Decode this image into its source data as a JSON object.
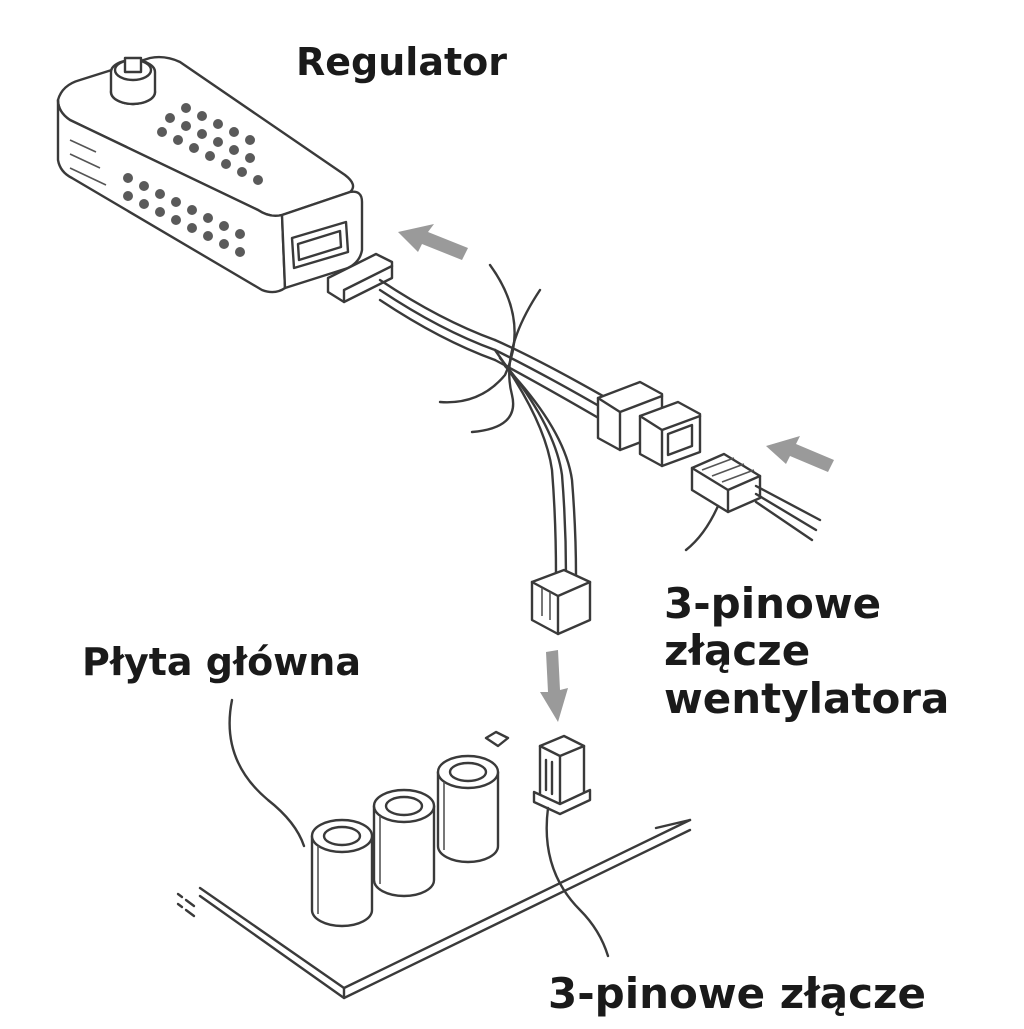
{
  "labels": {
    "regulator": "Regulator",
    "motherboard": "Płyta główna",
    "fan_connector_line1": "3-pinowe",
    "fan_connector_line2": "złącze",
    "fan_connector_line3": "wentylatora",
    "header_connector": "3-pinowe złącze"
  },
  "colors": {
    "stroke": "#3a3a3a",
    "arrow": "#9a9a9a",
    "fill": "#ffffff"
  }
}
